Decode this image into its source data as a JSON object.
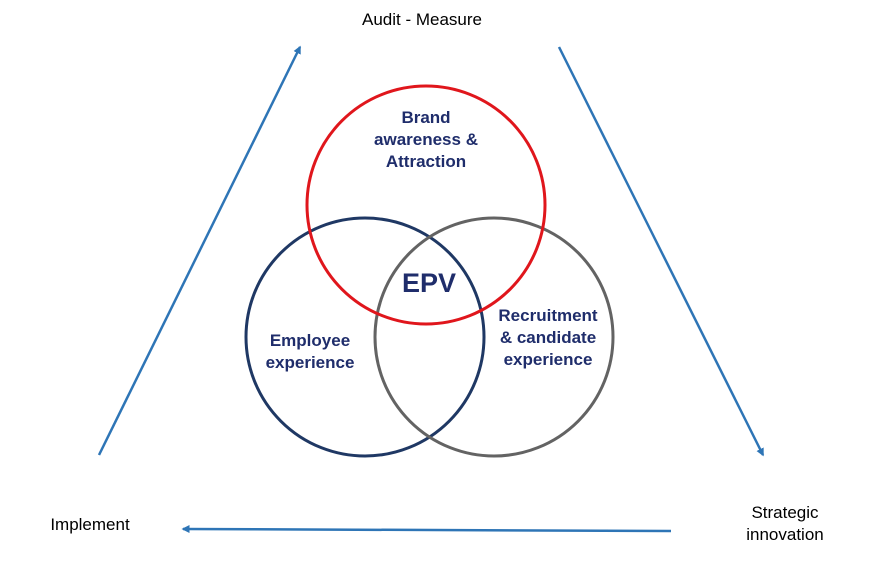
{
  "colors": {
    "arrow": "#2e75b6",
    "brand_circle": "#e0161c",
    "employee_circle": "#1f3864",
    "recruitment_circle": "#636363",
    "label_text": "#1f2d6b"
  },
  "cycle": {
    "top": "Audit - Measure",
    "right": [
      "Strategic",
      "innovation"
    ],
    "left": "Implement"
  },
  "venn": {
    "center": "EPV",
    "brand": [
      "Brand",
      "awareness &",
      "Attraction"
    ],
    "employee": [
      "Employee",
      "experience"
    ],
    "recruitment": [
      "Recruitment",
      "& candidate",
      "experience"
    ]
  }
}
